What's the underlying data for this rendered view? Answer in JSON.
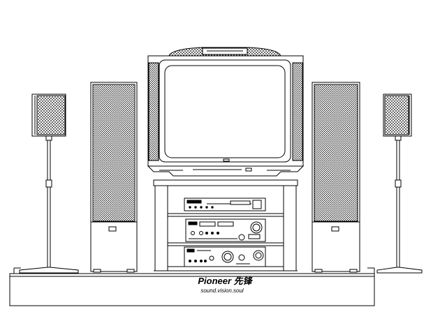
{
  "drawing": {
    "subject": "home theater system elevation",
    "brand": {
      "logo_text": "Pioneer 先锋",
      "slogan_text": "sound.vision.soul"
    },
    "colors": {
      "line": "#000000",
      "background": "#ffffff",
      "grille": "#000000"
    },
    "components": [
      "left-satellite-speaker",
      "left-tower-speaker",
      "television",
      "tv-stand",
      "dvd-player",
      "av-receiver",
      "amplifier",
      "right-tower-speaker",
      "right-satellite-speaker",
      "floor-platform"
    ]
  }
}
